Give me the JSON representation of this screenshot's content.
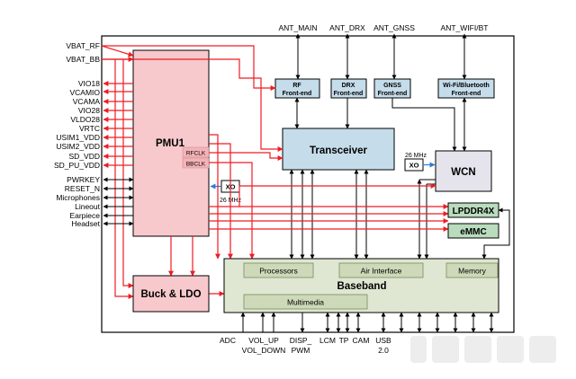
{
  "left_signals": [
    "VBAT_RF",
    "VBAT_BB",
    "VIO18",
    "VCAMIO",
    "VCAMA",
    "VIO28",
    "VLDO28",
    "VRTC",
    "USIM1_VDD",
    "USIM2_VDD",
    "SD_VDD",
    "SD_PU_VDD",
    "PWRKEY",
    "RESET_N",
    "Microphones",
    "Lineout",
    "Earpiece",
    "Headset"
  ],
  "antennas": [
    "ANT_MAIN",
    "ANT_DRX",
    "ANT_GNSS",
    "ANT_WIFI/BT"
  ],
  "blocks": {
    "pmu": "PMU1",
    "rfclk": "RFCLK",
    "bbclk": "BBCLK",
    "rf_frontend": [
      "RF",
      "Front-end"
    ],
    "drx_frontend": [
      "DRX",
      "Front-end"
    ],
    "gnss_frontend": [
      "GNSS",
      "Front-end"
    ],
    "wifi_frontend": [
      "Wi-Fi/Bluetooth",
      "Front-end"
    ],
    "transceiver": "Transceiver",
    "wcn": "WCN",
    "xo": "XO",
    "xo_freq": "26 MHz",
    "lpddr": "LPDDR4X",
    "emmc": "eMMC",
    "buck_ldo": "Buck & LDO",
    "baseband": "Baseband",
    "processors": "Processors",
    "air_interface": "Air Interface",
    "memory": "Memory",
    "multimedia": "Multimedia"
  },
  "bottom_labels": {
    "adc": "ADC",
    "vol": [
      "VOL_UP",
      "VOL_DOWN"
    ],
    "disp": [
      "DISP_",
      "PWM"
    ],
    "lcm": "LCM",
    "tp": "TP",
    "cam": "CAM",
    "usb": [
      "USB",
      "2.0"
    ]
  },
  "colors": {
    "power_red": "#ee1c24",
    "pmu_fill": "#f7c9cc",
    "rf_fill": "#c5dcea",
    "baseband_fill": "#dfe7d2",
    "sub_fill": "#cdd9b8",
    "wcn_fill": "#e5e3ec",
    "mem_fill": "#b9dcbd",
    "xo_arrow": "#2e7bd1"
  }
}
